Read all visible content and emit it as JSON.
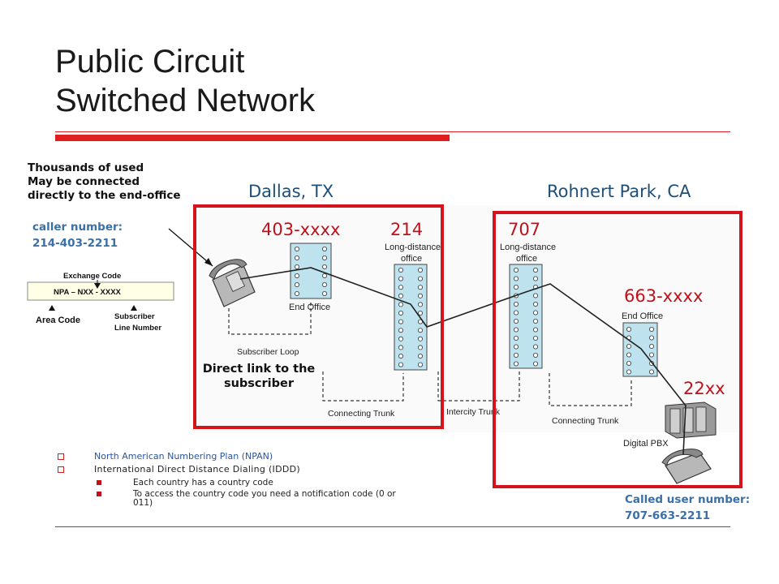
{
  "title": {
    "line1": "Public Circuit",
    "line2": "Switched Network"
  },
  "note": {
    "line1": "Thousands of used",
    "line2": "May be connected",
    "line3": "directly to the end-office"
  },
  "cities": {
    "left": "Dallas, TX",
    "right": "Rohnert Park, CA"
  },
  "caller": {
    "label": "caller number:",
    "number": "214-403-2211"
  },
  "called": {
    "label": "Called user number:",
    "number": "707-663-2211"
  },
  "numbers": {
    "dallas_exchange": "403-xxxx",
    "dallas_area": "214",
    "ca_area": "707",
    "ca_exchange": "663-xxxx",
    "pbx_ext": "22xx"
  },
  "npa": {
    "exchange_code": "Exchange Code",
    "format": "NPA – NXX - XXXX",
    "area_code": "Area Code",
    "subscriber_line1": "Subscriber",
    "subscriber_line2": "Line Number"
  },
  "diagram": {
    "end_office": "End Office",
    "long_distance_line1": "Long-distance",
    "long_distance_line2": "office",
    "subscriber_loop": "Subscriber Loop",
    "connecting_trunk": "Connecting Trunk",
    "intercity_trunk": "Intercity Trunk",
    "digital_pbx": "Digital PBX"
  },
  "direct_link": {
    "line1": "Direct link to the",
    "line2": "subscriber"
  },
  "bullets": [
    {
      "level": 1,
      "text": "North American Numbering Plan (NPAN)"
    },
    {
      "level": 1,
      "text": "International  Direct Distance  Dialing  (IDDD)"
    },
    {
      "level": 2,
      "text": "Each country has a country code"
    },
    {
      "level": 2,
      "text": "To access the country code you need a notification code (0 or 011)"
    }
  ],
  "colors": {
    "accent_red": "#e02020",
    "box_red": "#d3141c",
    "link_blue": "#3a6fa8",
    "city_blue": "#1f4e79",
    "switch_fill": "#bfe3ee"
  }
}
